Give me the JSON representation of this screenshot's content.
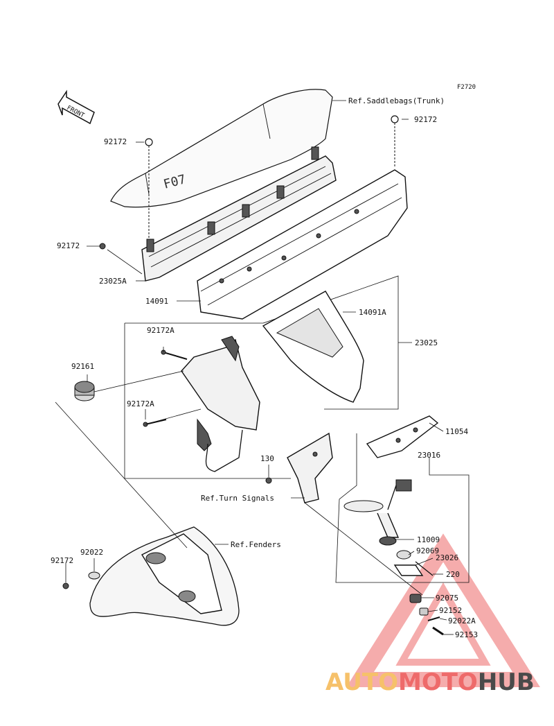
{
  "figure_code": "F2720",
  "front_label": "FRONT",
  "refs": {
    "saddlebags": "Ref.Saddlebags(Trunk)",
    "turn_signals": "Ref.Turn Signals",
    "fenders": "Ref.Fenders"
  },
  "parts": {
    "p92172_a": "92172",
    "p92172_b": "92172",
    "p92172_c": "92172",
    "p92172_d": "92172",
    "p23025A": "23025A",
    "p14091": "14091",
    "p14091A": "14091A",
    "p23025": "23025",
    "p92172A_a": "92172A",
    "p92172A_b": "92172A",
    "p92161": "92161",
    "p11054": "11054",
    "p23016": "23016",
    "p130": "130",
    "p11009": "11009",
    "p92069": "92069",
    "p23026": "23026",
    "p220": "220",
    "p92022": "92022",
    "p92075": "92075",
    "p92152": "92152",
    "p92022A": "92022A",
    "p92153": "92153"
  },
  "watermark": {
    "part1": "AUTO",
    "part2": "MOTO",
    "part3": "HUB",
    "colors": {
      "auto": "#f6c16a",
      "moto": "#ee6a6a",
      "hub": "#4a4a4a",
      "triangle": "#ee6a6a"
    }
  }
}
